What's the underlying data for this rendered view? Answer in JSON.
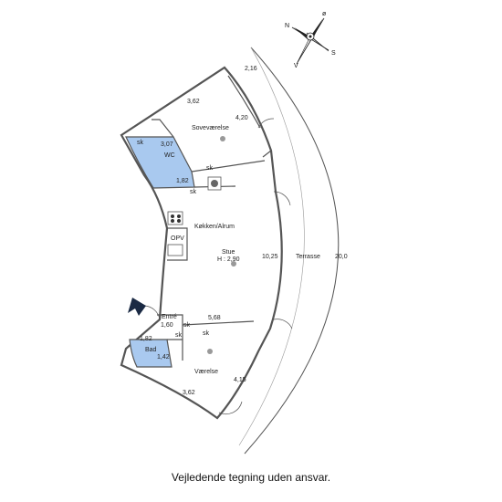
{
  "compass": {
    "n": "N",
    "oe": "ø",
    "s": "S",
    "v": "V"
  },
  "labels": {
    "terrace_outer": "2,16",
    "bedroom_top": "3,62",
    "bedroom_side": "4,20",
    "bedroom": "Soveværelse",
    "wc_width": "3,07",
    "wc": "WC",
    "wc_bottom": "1,82",
    "sk1": "sk",
    "sk2": "sk",
    "sk3": "sk",
    "sk4": "sk",
    "sk5": "sk",
    "sk6": "sk",
    "kitchen": "Køkken/Alrum",
    "opv": "OPV",
    "living": "Stue",
    "ceiling": "H : 2,90",
    "living_len": "10,25",
    "terrace": "Terrasse",
    "terrace_len": "20,0",
    "entry": "Entré",
    "entry_dim1": "1,60",
    "entry_dim2": "5,68",
    "bath_w": "1,82",
    "bath": "Bad",
    "bath_d": "1,42",
    "room": "Værelse",
    "room_side": "4,15",
    "room_bottom": "3,62"
  },
  "disclaimer": "Vejledende tegning uden ansvar.",
  "colors": {
    "wet_room_fill": "#a9c9ef",
    "entry_arrow": "#1b2a44",
    "wall": "#555555"
  }
}
